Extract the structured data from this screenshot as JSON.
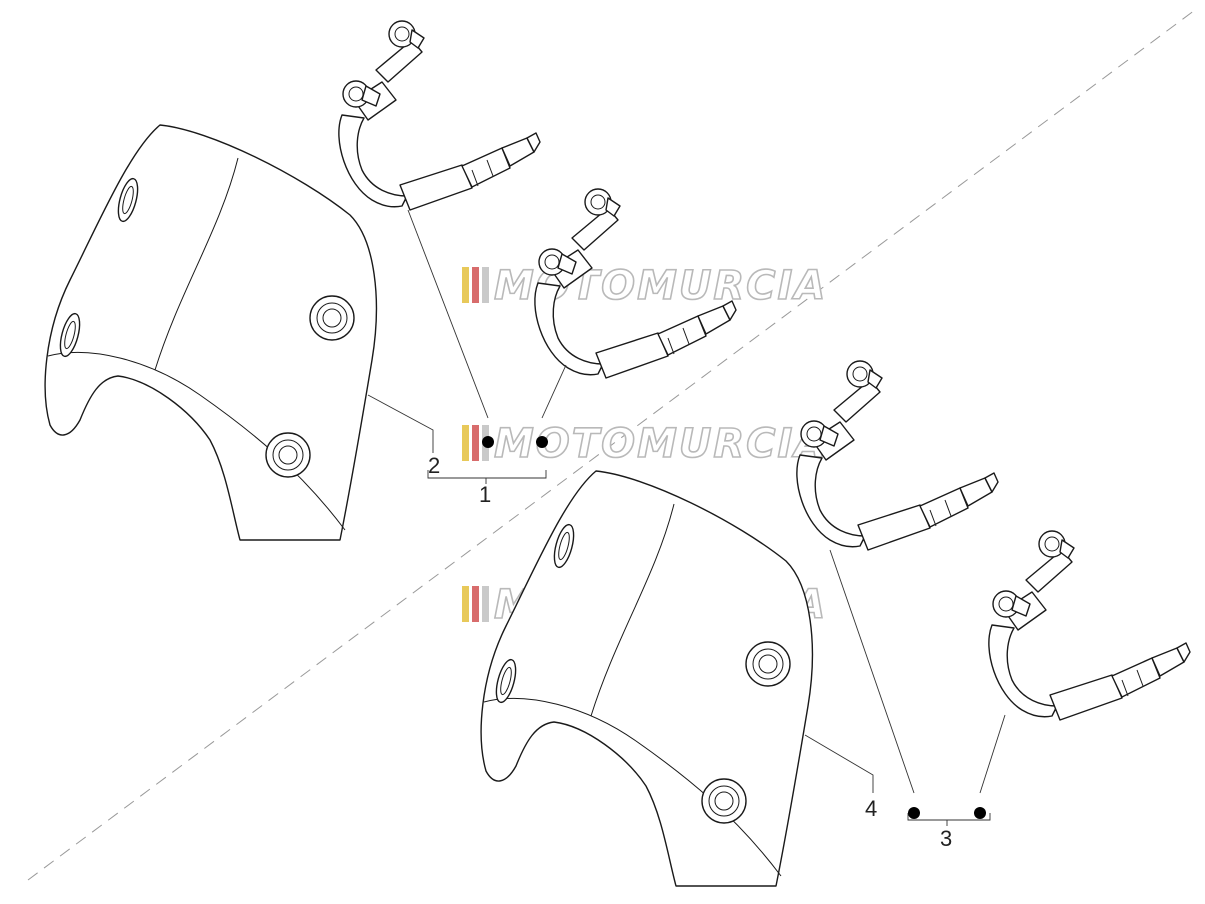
{
  "diagram": {
    "callouts": [
      "1",
      "2",
      "3",
      "4"
    ],
    "watermark_text": "MOTOMURCIA",
    "watermark_colors": [
      "#e8c95a",
      "#d86c6c",
      "#9a9a9a"
    ]
  }
}
